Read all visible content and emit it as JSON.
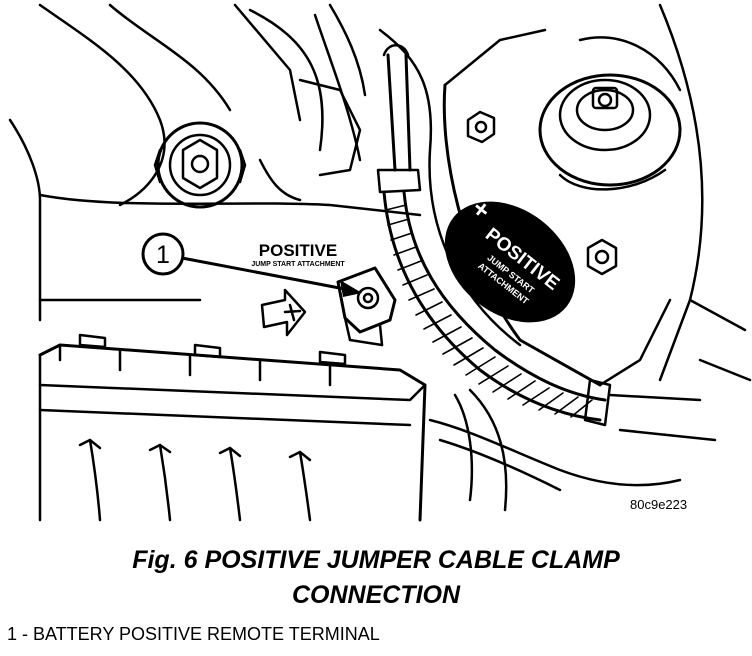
{
  "figure": {
    "callout_number": "1",
    "label_positive": "POSITIVE",
    "label_jump_start": "JUMP START ATTACHMENT",
    "decal_positive": "POSITIVE",
    "decal_jump_start": "JUMP START",
    "decal_attachment": "ATTACHMENT",
    "decal_symbol": "+",
    "image_code": "80c9e223"
  },
  "caption": {
    "line1": "Fig. 6 POSITIVE JUMPER CABLE CLAMP",
    "line2": "CONNECTION"
  },
  "legend": {
    "item1": "1 - BATTERY POSITIVE REMOTE TERMINAL"
  }
}
